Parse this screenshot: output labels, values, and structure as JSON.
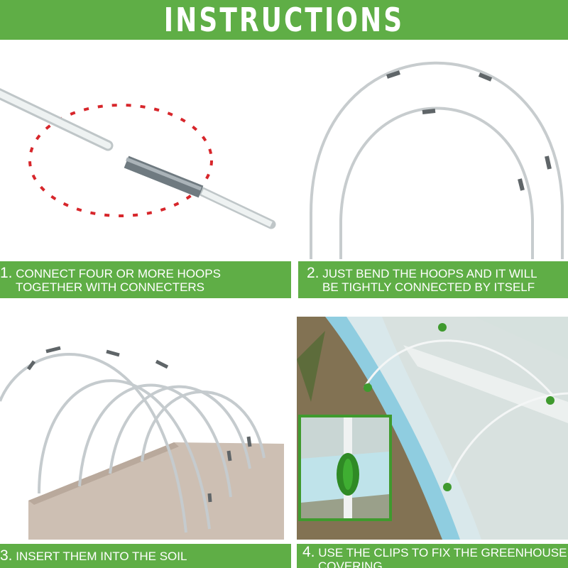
{
  "header": {
    "title": "INSTRUCTIONS"
  },
  "steps": [
    {
      "number": "1.",
      "line1": "CONNECT FOUR OR MORE HOOPS",
      "line2": "TOGETHER WITH CONNECTERS"
    },
    {
      "number": "2.",
      "line1": "JUST BEND THE HOOPS AND IT WILL",
      "line2": "BE TIGHTLY CONNECTED BY ITSELF"
    },
    {
      "number": "3.",
      "line1": "INSERT THEM INTO THE SOIL",
      "line2": ""
    },
    {
      "number": "4.",
      "line1": "USE THE CLIPS TO FIX THE GREENHOUSE",
      "line2": "COVERING"
    }
  ],
  "colors": {
    "brand_green": "#5fae46",
    "marker_red": "#d7262b",
    "soil": "#cdbfb3"
  }
}
